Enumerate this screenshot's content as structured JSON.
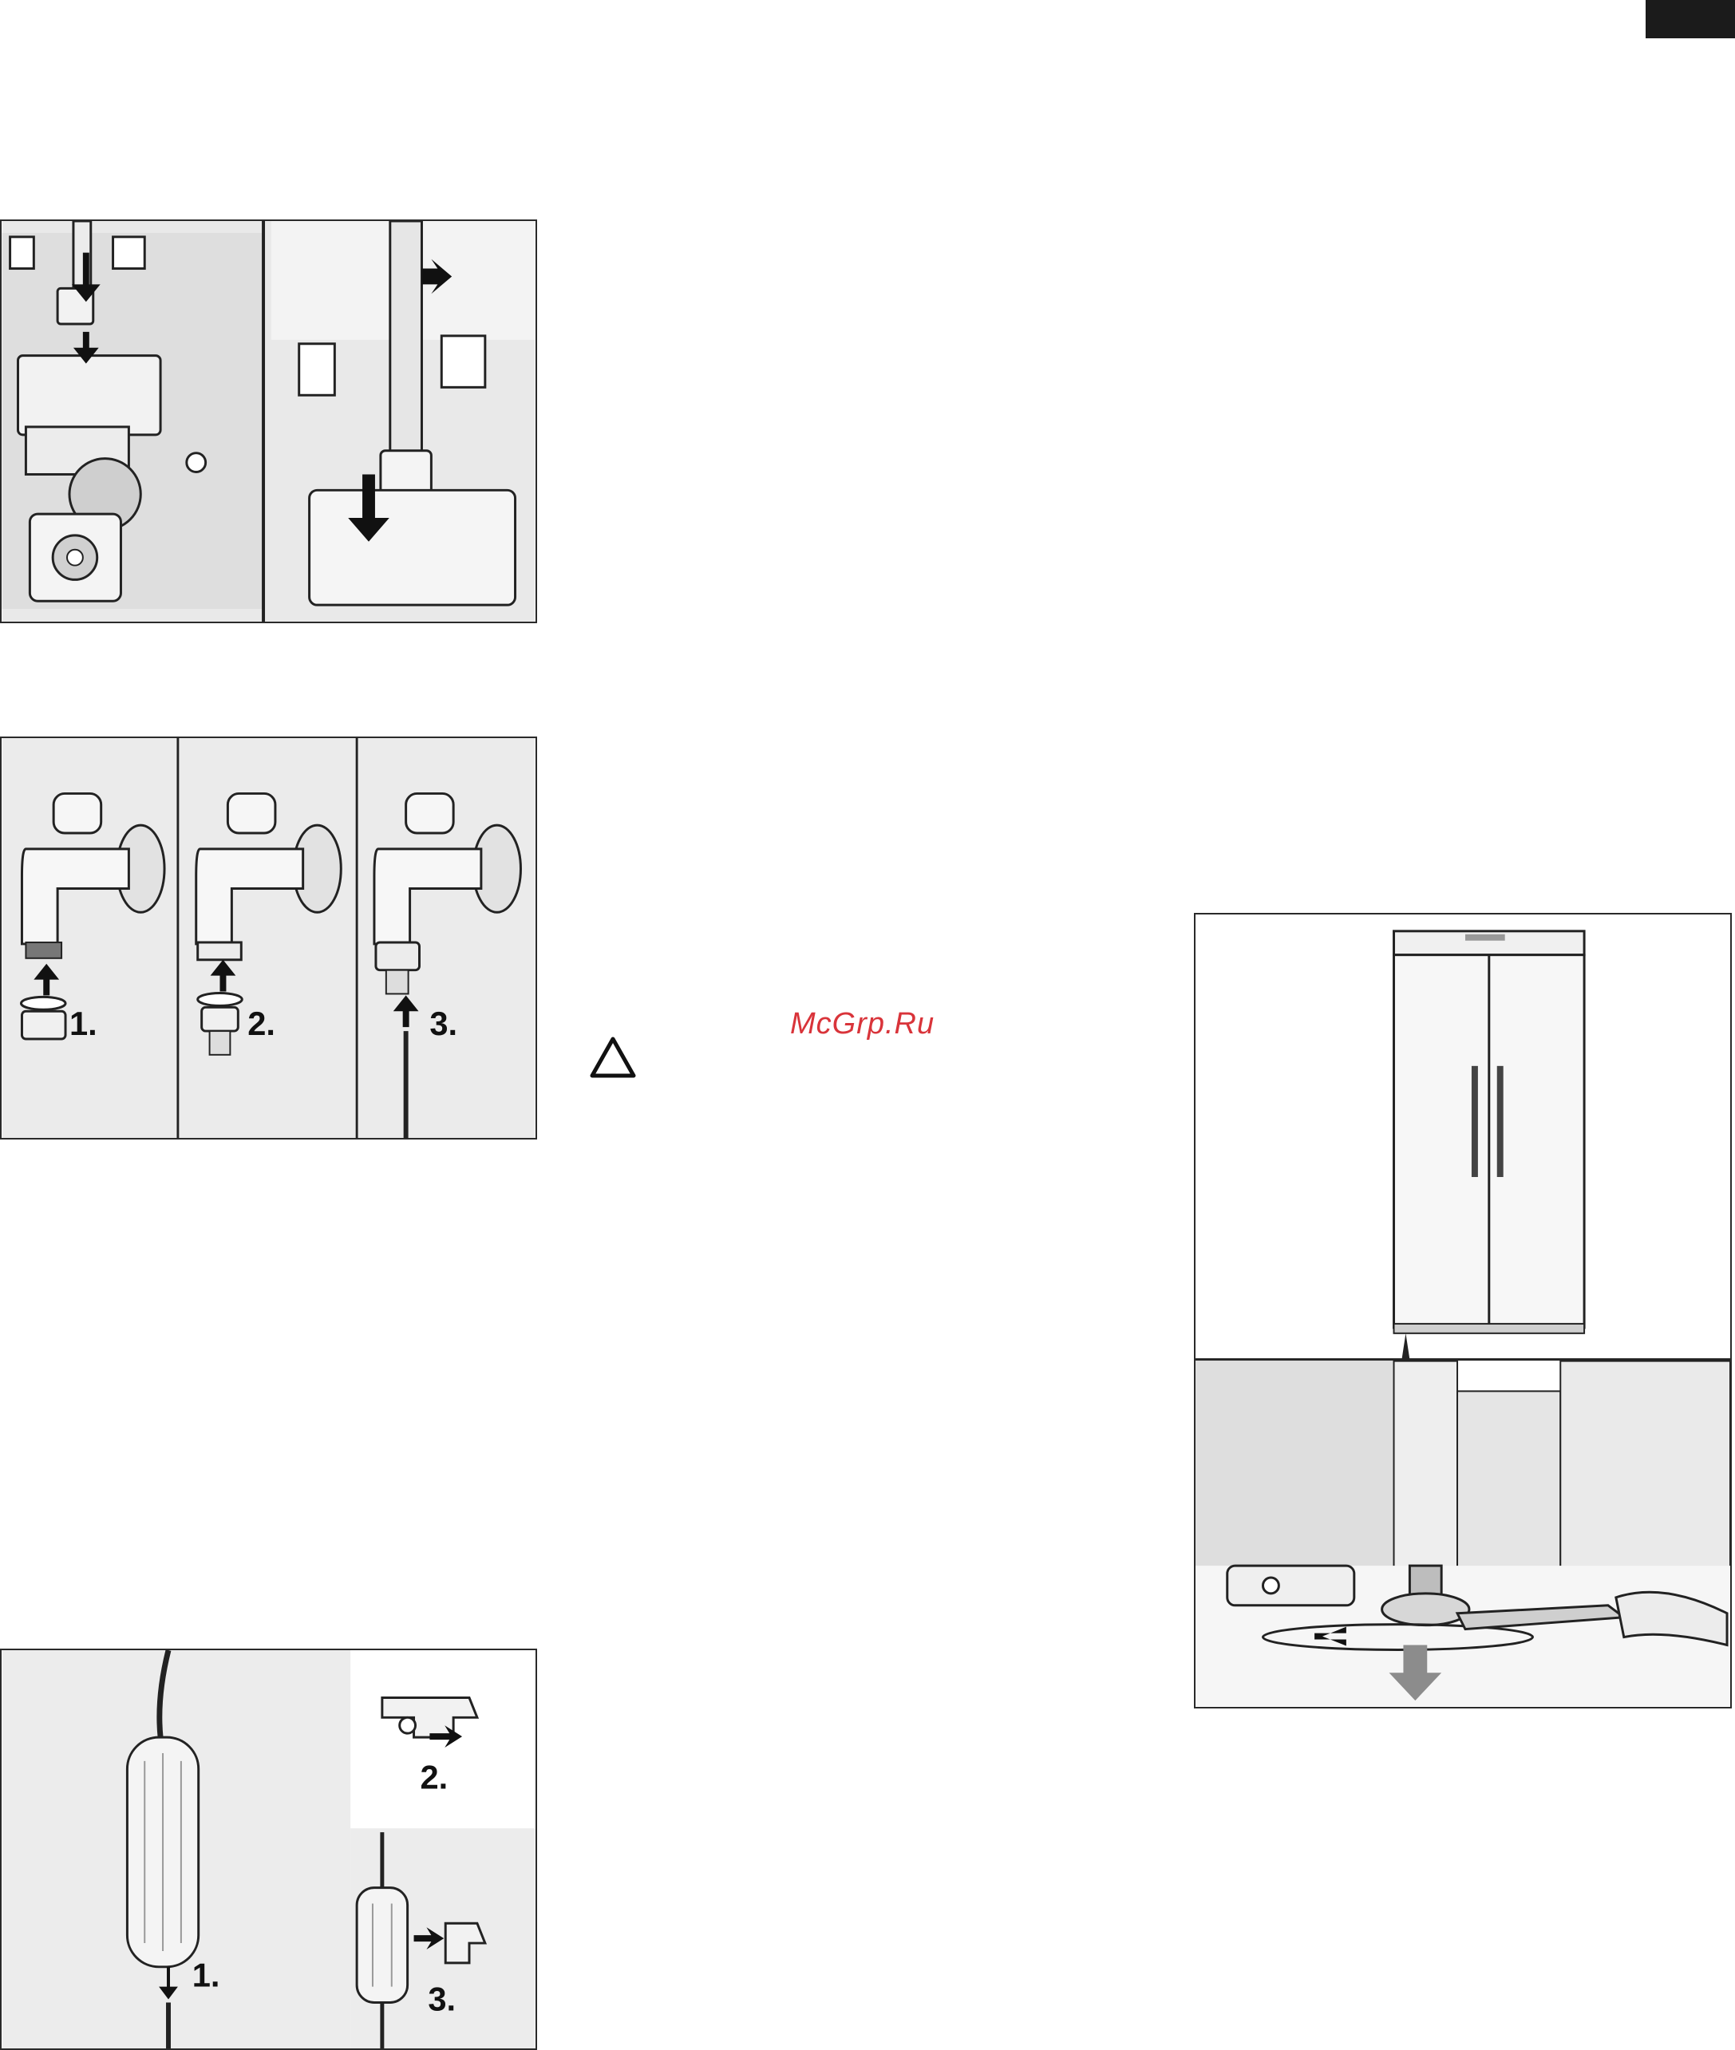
{
  "watermark": "McGrp.Ru",
  "figures": {
    "valve": {
      "steps": []
    },
    "tap": {
      "steps": [
        "1.",
        "2.",
        "3."
      ]
    },
    "filter": {
      "steps": [
        "1.",
        "2.",
        "3."
      ]
    },
    "fridge": {
      "steps": []
    }
  },
  "icons": {
    "warning": "warning-triangle-icon"
  }
}
